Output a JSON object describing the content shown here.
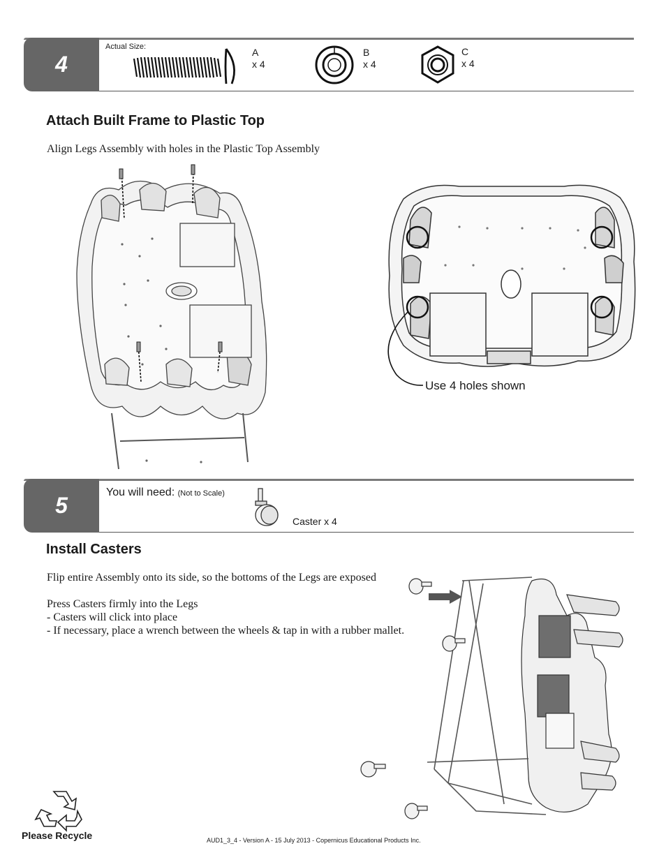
{
  "step4": {
    "number": "4",
    "actual_size_label": "Actual Size:",
    "parts": [
      {
        "letter": "A",
        "qty": "x 4",
        "icon": "screw-icon"
      },
      {
        "letter": "B",
        "qty": "x 4",
        "icon": "washer-icon"
      },
      {
        "letter": "C",
        "qty": "x 4",
        "icon": "hex-nut-icon"
      }
    ],
    "heading": "Attach Built Frame to Plastic Top",
    "instruction": "Align Legs Assembly with holes in the Plastic Top Assembly",
    "callout": "Use 4 holes shown"
  },
  "step5": {
    "number": "5",
    "need_label": "You will need:",
    "need_note": "(Not to Scale)",
    "caster_label": "Caster x 4",
    "heading": "Install Casters",
    "lines": [
      "Flip entire Assembly onto its side, so the bottoms of the Legs are exposed",
      "Press Casters firmly into the Legs",
      "- Casters will click into place",
      "- If necessary, place a wrench between the wheels & tap in with a rubber mallet."
    ]
  },
  "footer": {
    "recycle_label": "Please Recycle",
    "doc_info": "AUD1_3_4 - Version A - 15 July 2013 - Copernicus Educational Products Inc."
  }
}
